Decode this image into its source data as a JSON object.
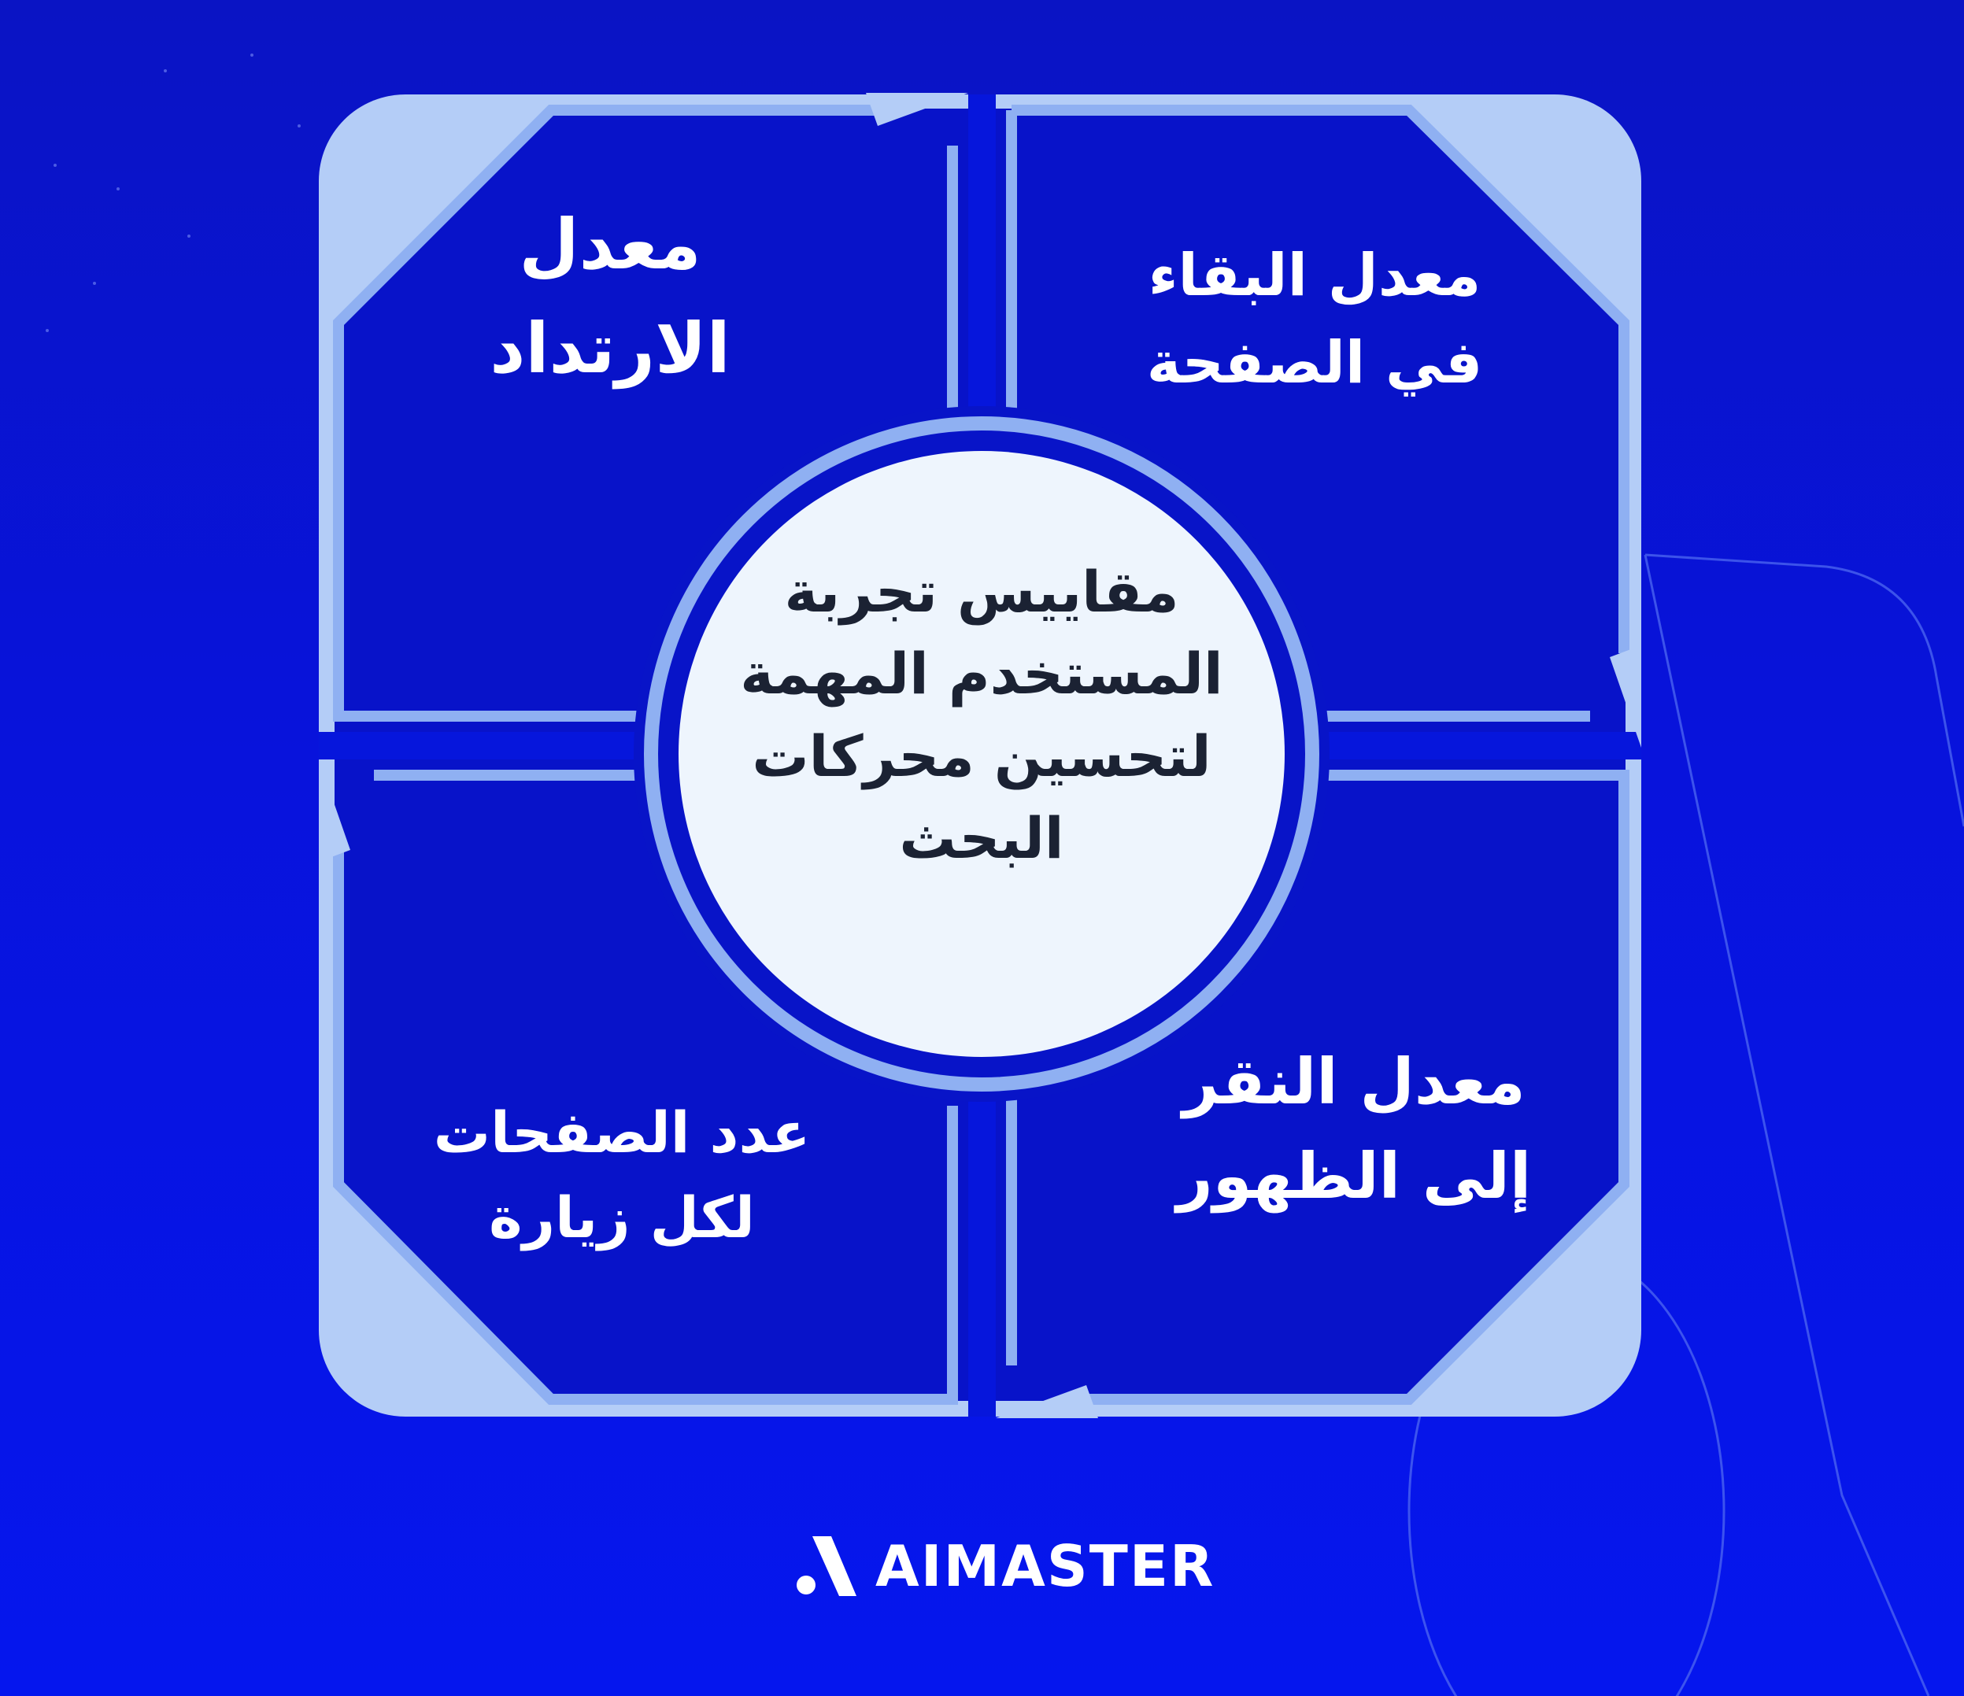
{
  "center": {
    "lines": [
      "مقاييس تجربة",
      "المستخدم المهمة",
      "لتحسين محركات",
      "البحث"
    ]
  },
  "quadrants": {
    "top_left": [
      "معدل",
      "الارتداد"
    ],
    "top_right": [
      "معدل البقاء",
      "في الصفحة"
    ],
    "bottom_left": [
      "عدد الصفحات",
      "لكل زيارة"
    ],
    "bottom_right": [
      "معدل النقر",
      "إلى الظهور"
    ]
  },
  "brand": {
    "name": "AIMASTER",
    "icon": "brand-a-mark-icon"
  },
  "colors": {
    "bg_top": "#0a14c4",
    "bg_bottom": "#0516ee",
    "panel_light": "#b4cdf7",
    "panel_line": "#8fb0f2",
    "quadrant_fill": "#0813c9",
    "circle_fill": "#eef5fd",
    "center_text": "#1b2233",
    "text": "#ffffff"
  }
}
